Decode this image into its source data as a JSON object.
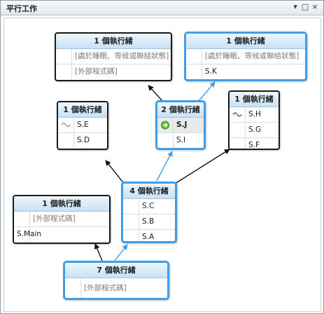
{
  "window": {
    "title": "平行工作",
    "controls": [
      "▾",
      "□",
      "×"
    ]
  },
  "nodes": {
    "top_left": {
      "header": "1 個執行緒",
      "rows": [
        "[處於睡眠、等候或聯結狀態]",
        "[外部程式碼]"
      ]
    },
    "top_right": {
      "header": "1 個執行緒",
      "rows": [
        "[處於睡眠、等候或聯結狀態]",
        "S.K"
      ]
    },
    "mid_left": {
      "header": "1 個執行緒",
      "rows": [
        "S.E",
        "S.D"
      ]
    },
    "mid_center": {
      "header": "2 個執行緒",
      "rows": [
        "S.J",
        "S.I"
      ]
    },
    "mid_right": {
      "header": "1 個執行緒",
      "rows": [
        "S.H",
        "S.G",
        "S.F"
      ]
    },
    "lower_center": {
      "header": "4 個執行緒",
      "rows": [
        "S.C",
        "S.B",
        "S.A"
      ]
    },
    "lower_left": {
      "header": "1 個執行緒",
      "rows": [
        "[外部程式碼]",
        "S.Main"
      ]
    },
    "bottom": {
      "header": "7 個執行緒",
      "rows": [
        "[外部程式碼]"
      ]
    }
  },
  "icons": {
    "thread_switch": "thread-switch-icon",
    "current_frame": "current-frame-arrow-icon",
    "threads_marker": "threads-marker-icon"
  },
  "colors": {
    "selected_border": "#3f9ee9",
    "normal_border": "#1a1a1a",
    "header_top": "#eef7fd",
    "header_bottom": "#c6e2f6",
    "external_text": "#7a7a7a"
  }
}
